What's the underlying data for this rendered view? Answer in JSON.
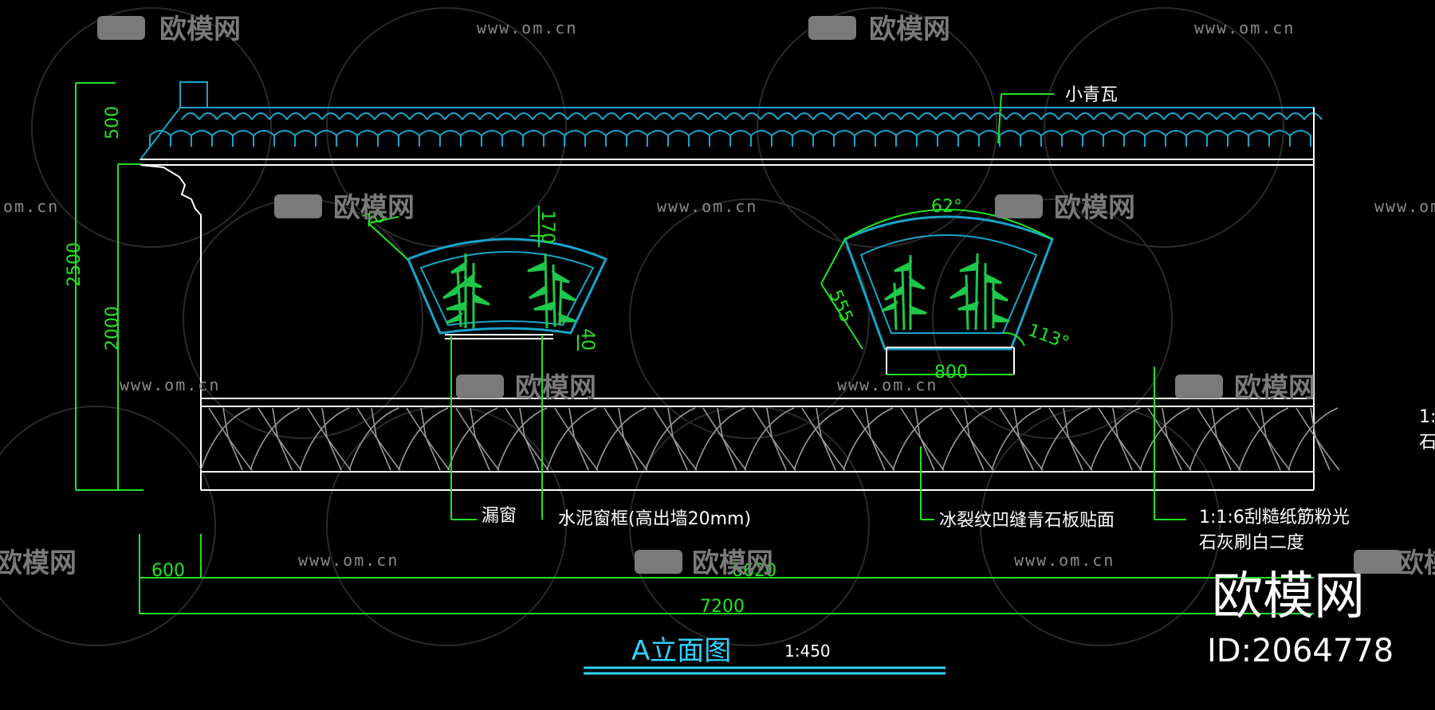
{
  "drawing": {
    "title": "A立面图",
    "scale": "1:450",
    "colors": {
      "background": "#000000",
      "lines": "#ffffff",
      "dimension": "#22e322",
      "tile": "#1aa3c8",
      "bamboo": "#1fc84a",
      "title": "#2fd2ff"
    }
  },
  "dimensions": {
    "roof_height": "500",
    "wall_body": "2000",
    "total_height": "2500",
    "left_offset": "600",
    "inner_length": "6620",
    "total_length": "7200",
    "win1_edge": "70",
    "win1_top": "170",
    "win1_side": "40",
    "win2_angle_top": "62°",
    "win2_side": "555",
    "win2_angle_right": "113°",
    "win2_bottom": "800"
  },
  "labels": {
    "roof_tile": "小青瓦",
    "lattice_window": "漏窗",
    "cement_frame": "水泥窗框(高出墙20mm)",
    "ice_crack": "冰裂纹凹缝青石板贴面",
    "plaster_line1": "1:1:6刮糙纸筋粉光",
    "plaster_line2": "石灰刷白二度",
    "edge_line1": "1:",
    "edge_line2": "石"
  },
  "watermark": {
    "logo_text": "欧模网",
    "url_text": "www.om.cn",
    "url_clip": "om.cn",
    "brand": "欧模网",
    "id": "ID:2064778"
  }
}
